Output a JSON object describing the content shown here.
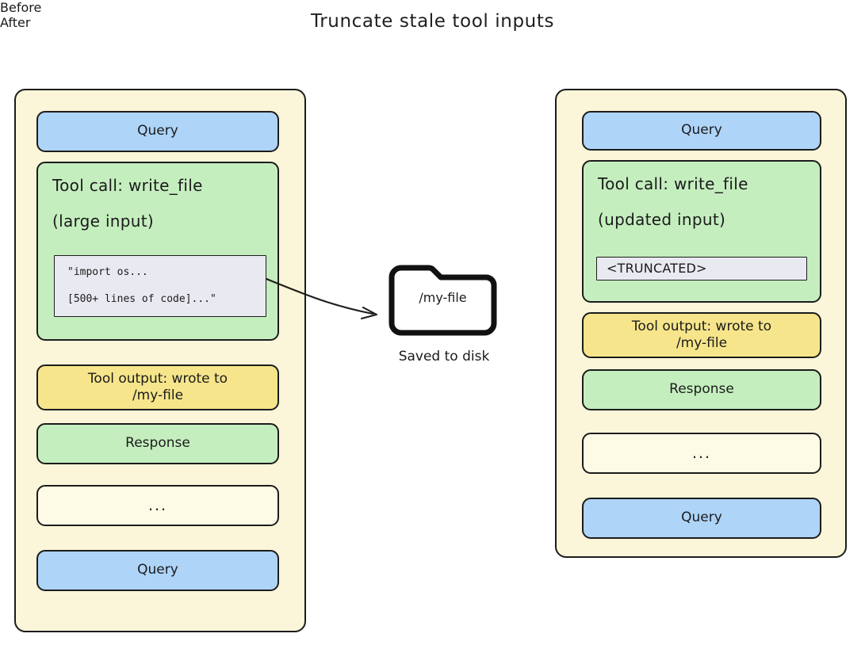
{
  "title": "Truncate stale tool inputs",
  "colors": {
    "query": "#aed4f8",
    "tool_call": "#c5eebf",
    "tool_output": "#f6e58b",
    "response": "#c5eebf",
    "ellipsis": "#fdfae5",
    "container": "#fbf6d9",
    "code_panel": "#e9e9f1",
    "stroke": "#1c1c1c"
  },
  "columns": {
    "before": {
      "header": "Before",
      "messages": [
        {
          "kind": "query",
          "label": "Query"
        },
        {
          "kind": "tool-call",
          "title": "Tool call: write_file",
          "subtitle": "(large input)",
          "code_lines": [
            "\"import os...",
            "[500+ lines of code]...\""
          ]
        },
        {
          "kind": "tool-output",
          "label": "Tool output: wrote to\n/my-file"
        },
        {
          "kind": "response",
          "label": "Response"
        },
        {
          "kind": "ellipsis",
          "label": "..."
        },
        {
          "kind": "query",
          "label": "Query"
        }
      ]
    },
    "after": {
      "header": "After",
      "messages": [
        {
          "kind": "query",
          "label": "Query"
        },
        {
          "kind": "tool-call",
          "title": "Tool call: write_file",
          "subtitle": "(updated input)",
          "truncated_label": "<TRUNCATED>"
        },
        {
          "kind": "tool-output",
          "label": "Tool output: wrote to\n/my-file"
        },
        {
          "kind": "response",
          "label": "Response"
        },
        {
          "kind": "ellipsis",
          "label": "..."
        },
        {
          "kind": "query",
          "label": "Query"
        }
      ]
    }
  },
  "disk": {
    "folder_label": "/my-file",
    "caption": "Saved to disk"
  }
}
